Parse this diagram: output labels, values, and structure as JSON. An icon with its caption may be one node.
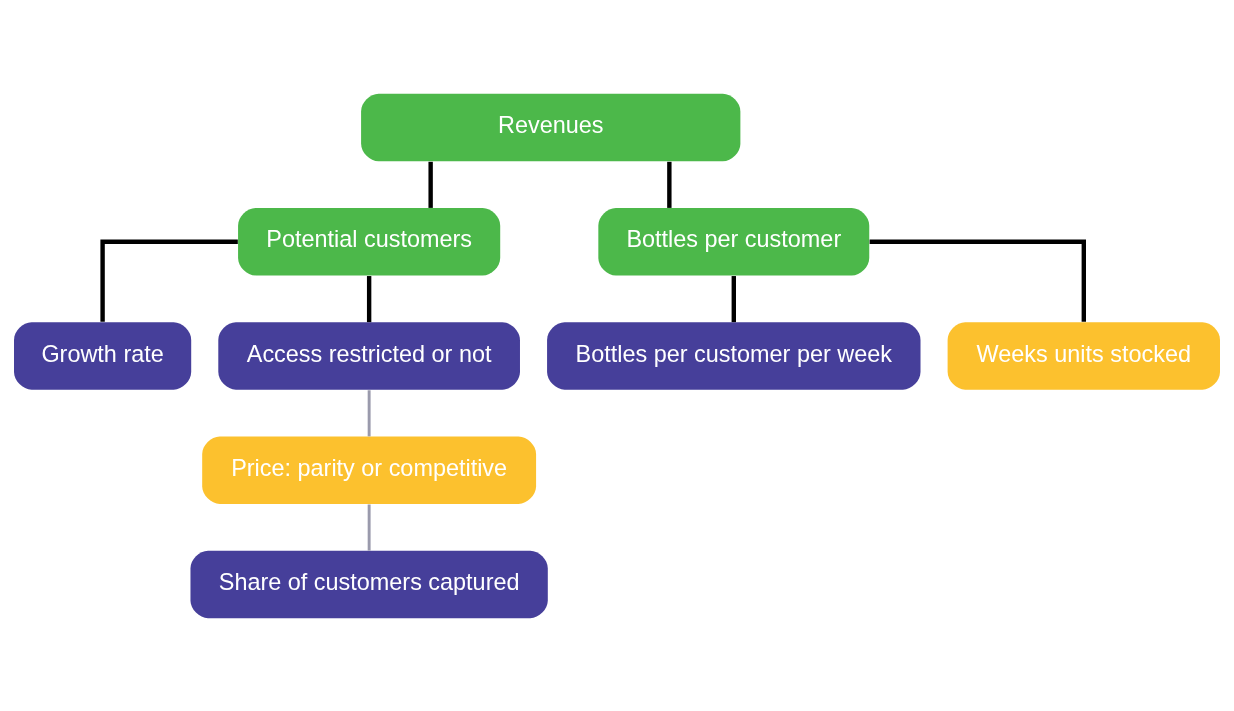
{
  "diagram": {
    "nodes": [
      {
        "text": [
          "Revenues"
        ]
      },
      {
        "text": [
          "Potential customers"
        ]
      },
      {
        "text": [
          "Bottles per customer"
        ]
      },
      {
        "text": [
          "Growth rate"
        ]
      },
      {
        "text": [
          "Access restricted or not"
        ]
      },
      {
        "text": [
          "Price: parity or competitive"
        ]
      },
      {
        "text": [
          "Share of customers captured"
        ]
      },
      {
        "text": [
          "Bottles per customer per week"
        ]
      },
      {
        "text": [
          "Weeks units stocked"
        ]
      }
    ],
    "edges": [
      {
        "from": 0,
        "to": 1,
        "arrow": "none"
      },
      {
        "from": 0,
        "to": 2,
        "arrow": "none"
      },
      {
        "from": 1,
        "to": 3,
        "arrow": "none"
      },
      {
        "from": 1,
        "to": 4,
        "arrow": "none"
      },
      {
        "from": 4,
        "to": 5,
        "arrow": "none",
        "color": "#9a9aac"
      },
      {
        "from": 5,
        "to": 6,
        "arrow": "none",
        "color": "#9a9aac"
      },
      {
        "from": 2,
        "to": 7,
        "arrow": "none"
      },
      {
        "from": 2,
        "to": 8,
        "arrow": "none"
      }
    ]
  }
}
